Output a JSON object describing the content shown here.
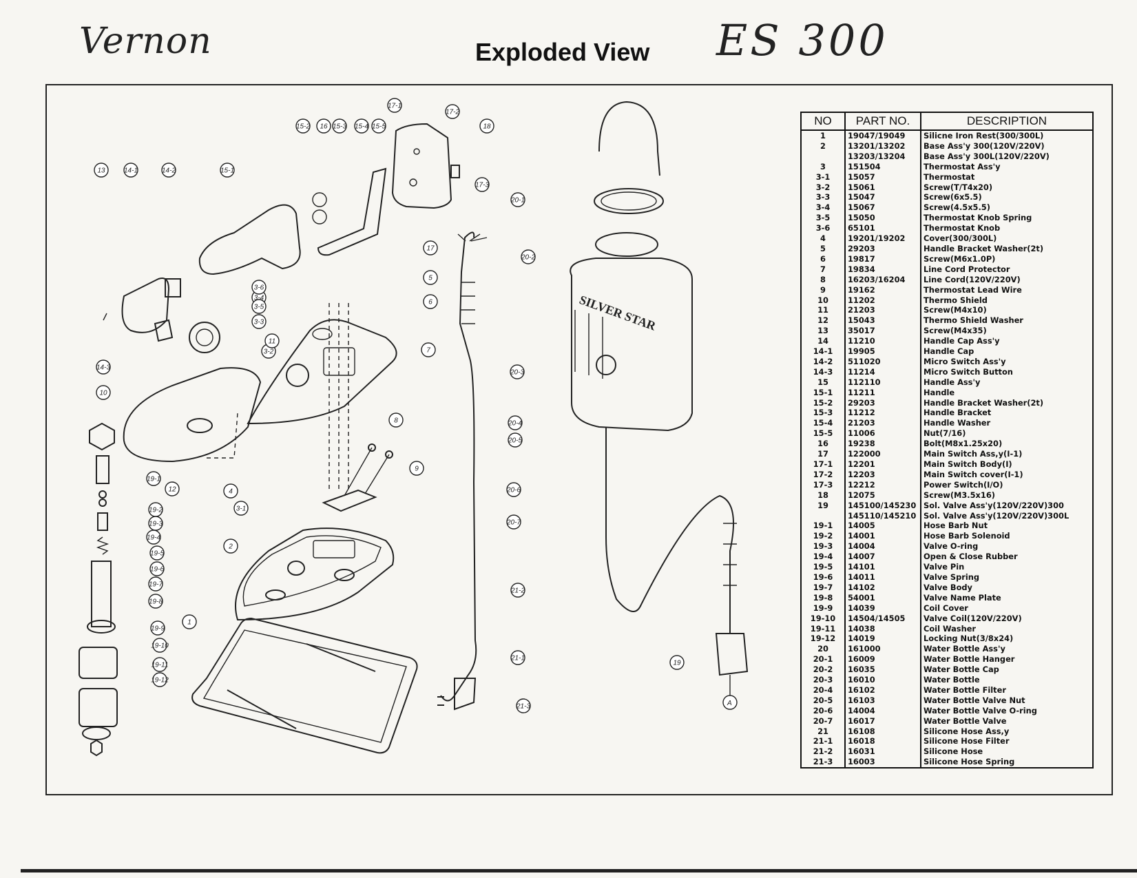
{
  "header": {
    "handwritten_left": "Vernon",
    "title": "Exploded View",
    "handwritten_right": "ES 300"
  },
  "diagram": {
    "brand_label": "SILVER STAR",
    "callouts": [
      "1",
      "2",
      "3-1",
      "3-2",
      "3-3",
      "3-4",
      "3-5",
      "3-6",
      "4",
      "5",
      "6",
      "7",
      "8",
      "9",
      "10",
      "11",
      "12",
      "13",
      "14-1",
      "14-2",
      "14-3",
      "15-1",
      "15-2",
      "15-3",
      "15-4",
      "15-5",
      "16",
      "17",
      "17-1",
      "17-2",
      "17-3",
      "18",
      "19",
      "19-1",
      "19-2",
      "19-3",
      "19-4",
      "19-5",
      "19-6",
      "19-7",
      "19-8",
      "19-9",
      "19-10",
      "19-11",
      "19-12",
      "20-1",
      "20-2",
      "20-3",
      "20-4",
      "20-5",
      "20-6",
      "20-7",
      "21-1",
      "21-2",
      "21-3",
      "A"
    ]
  },
  "parts_table": {
    "headers": {
      "no": "NO",
      "part_no": "PART NO.",
      "description": "DESCRIPTION"
    },
    "rows": [
      {
        "no": "1",
        "part": "19047/19049",
        "desc": "Silicne Iron Rest(300/300L)"
      },
      {
        "no": "2",
        "part": "13201/13202",
        "desc": "Base Ass'y 300(120V/220V)"
      },
      {
        "no": "",
        "part": "13203/13204",
        "desc": "Base Ass'y 300L(120V/220V)"
      },
      {
        "no": "3",
        "part": "151504",
        "desc": "Thermostat Ass'y"
      },
      {
        "no": "3-1",
        "part": "15057",
        "desc": "Thermostat"
      },
      {
        "no": "3-2",
        "part": "15061",
        "desc": "Screw(T/T4x20)"
      },
      {
        "no": "3-3",
        "part": "15047",
        "desc": "Screw(6x5.5)"
      },
      {
        "no": "3-4",
        "part": "15067",
        "desc": "Screw(4.5x5.5)"
      },
      {
        "no": "3-5",
        "part": "15050",
        "desc": "Thermostat Knob Spring"
      },
      {
        "no": "3-6",
        "part": "65101",
        "desc": "Thermostat Knob"
      },
      {
        "no": "4",
        "part": "19201/19202",
        "desc": "Cover(300/300L)"
      },
      {
        "no": "5",
        "part": "29203",
        "desc": "Handle Bracket Washer(2t)"
      },
      {
        "no": "6",
        "part": "19817",
        "desc": "Screw(M6x1.0P)"
      },
      {
        "no": "7",
        "part": "19834",
        "desc": "Line Cord Protector"
      },
      {
        "no": "8",
        "part": "16203/16204",
        "desc": "Line Cord(120V/220V)"
      },
      {
        "no": "9",
        "part": "19162",
        "desc": "Thermostat Lead Wire"
      },
      {
        "no": "10",
        "part": "11202",
        "desc": "Thermo Shield"
      },
      {
        "no": "11",
        "part": "21203",
        "desc": "Screw(M4x10)"
      },
      {
        "no": "12",
        "part": "15043",
        "desc": "Thermo Shield Washer"
      },
      {
        "no": "13",
        "part": "35017",
        "desc": "Screw(M4x35)"
      },
      {
        "no": "14",
        "part": "11210",
        "desc": "Handle Cap Ass'y"
      },
      {
        "no": "14-1",
        "part": "19905",
        "desc": "Handle Cap"
      },
      {
        "no": "14-2",
        "part": "511020",
        "desc": "Micro Switch Ass'y"
      },
      {
        "no": "14-3",
        "part": "11214",
        "desc": "Micro Switch Button"
      },
      {
        "no": "15",
        "part": "112110",
        "desc": "Handle Ass'y"
      },
      {
        "no": "15-1",
        "part": "11211",
        "desc": "Handle"
      },
      {
        "no": "15-2",
        "part": "29203",
        "desc": "Handle Bracket Washer(2t)"
      },
      {
        "no": "15-3",
        "part": "11212",
        "desc": "Handle Bracket"
      },
      {
        "no": "15-4",
        "part": "21203",
        "desc": "Handle Washer"
      },
      {
        "no": "15-5",
        "part": "11006",
        "desc": "Nut(7/16)"
      },
      {
        "no": "16",
        "part": "19238",
        "desc": "Bolt(M8x1.25x20)"
      },
      {
        "no": "17",
        "part": "122000",
        "desc": "Main Switch Ass,y(I-1)"
      },
      {
        "no": "17-1",
        "part": "12201",
        "desc": "Main Switch Body(I)"
      },
      {
        "no": "17-2",
        "part": "12203",
        "desc": "Main Switch cover(I-1)"
      },
      {
        "no": "17-3",
        "part": "12212",
        "desc": "Power Switch(I/O)"
      },
      {
        "no": "18",
        "part": "12075",
        "desc": "Screw(M3.5x16)"
      },
      {
        "no": "19",
        "part": "145100/145230",
        "desc": "Sol. Valve Ass'y(120V/220V)300"
      },
      {
        "no": "",
        "part": "145110/145210",
        "desc": "Sol. Valve Ass'y(120V/220V)300L"
      },
      {
        "no": "19-1",
        "part": "14005",
        "desc": "Hose Barb Nut"
      },
      {
        "no": "19-2",
        "part": "14001",
        "desc": "Hose Barb Solenoid"
      },
      {
        "no": "19-3",
        "part": "14004",
        "desc": "Valve O-ring"
      },
      {
        "no": "19-4",
        "part": "14007",
        "desc": "Open & Close Rubber"
      },
      {
        "no": "19-5",
        "part": "14101",
        "desc": "Valve Pin"
      },
      {
        "no": "19-6",
        "part": "14011",
        "desc": "Valve Spring"
      },
      {
        "no": "19-7",
        "part": "14102",
        "desc": "Valve Body"
      },
      {
        "no": "19-8",
        "part": "54001",
        "desc": "Valve Name Plate"
      },
      {
        "no": "19-9",
        "part": "14039",
        "desc": "Coil Cover"
      },
      {
        "no": "19-10",
        "part": "14504/14505",
        "desc": "Valve Coil(120V/220V)"
      },
      {
        "no": "19-11",
        "part": "14038",
        "desc": "Coil Washer"
      },
      {
        "no": "19-12",
        "part": "14019",
        "desc": "Locking Nut(3/8x24)"
      },
      {
        "no": "20",
        "part": "161000",
        "desc": "Water Bottle Ass'y"
      },
      {
        "no": "20-1",
        "part": "16009",
        "desc": "Water Bottle Hanger"
      },
      {
        "no": "20-2",
        "part": "16035",
        "desc": "Water Bottle Cap"
      },
      {
        "no": "20-3",
        "part": "16010",
        "desc": "Water Bottle"
      },
      {
        "no": "20-4",
        "part": "16102",
        "desc": "Water Bottle Filter"
      },
      {
        "no": "20-5",
        "part": "16103",
        "desc": "Water Bottle Valve Nut"
      },
      {
        "no": "20-6",
        "part": "14004",
        "desc": "Water Bottle Valve O-ring"
      },
      {
        "no": "20-7",
        "part": "16017",
        "desc": "Water Bottle Valve"
      },
      {
        "no": "21",
        "part": "16108",
        "desc": "Silicone Hose Ass,y"
      },
      {
        "no": "21-1",
        "part": "16018",
        "desc": "Silicone Hose Filter"
      },
      {
        "no": "21-2",
        "part": "16031",
        "desc": "Silicone Hose"
      },
      {
        "no": "21-3",
        "part": "16003",
        "desc": "Silicone Hose Spring"
      }
    ]
  }
}
